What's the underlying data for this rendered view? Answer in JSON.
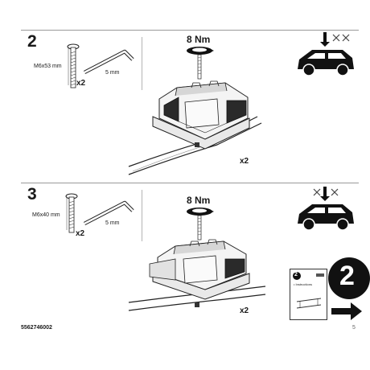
{
  "steps": [
    {
      "number": "2",
      "bolt_spec": "M6x53 mm",
      "bolt_qty": "x2",
      "key_size": "5 mm",
      "torque": "8 Nm",
      "assembly_qty": "x2"
    },
    {
      "number": "3",
      "bolt_spec": "M6x40 mm",
      "bolt_qty": "x2",
      "key_size": "5 mm",
      "torque": "8 Nm",
      "assembly_qty": "x2"
    }
  ],
  "next_step": {
    "number": "2",
    "booklet_label": "Instructions",
    "booklet_number": "2"
  },
  "footer": {
    "document_code": "5562746002",
    "page_number": "5"
  },
  "icons": {
    "wrench": "hex-key-icon",
    "bolt": "bolt-icon",
    "torque": "rotation-arrow-icon",
    "car": "car-icon",
    "arrow": "arrow-right-icon"
  }
}
